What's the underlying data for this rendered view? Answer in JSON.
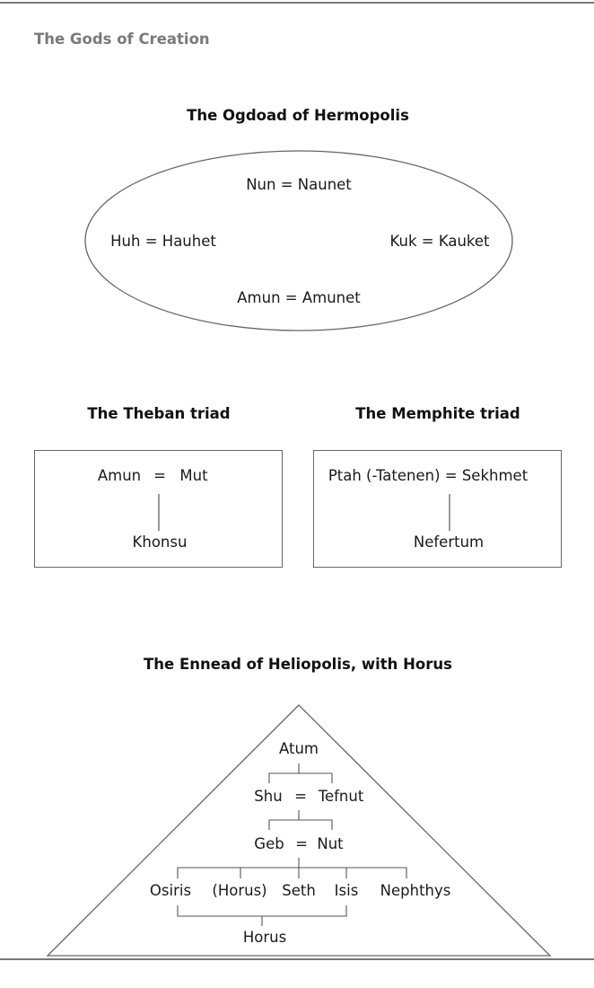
{
  "page": {
    "title": "The Gods of Creation"
  },
  "ogdoad": {
    "title": "The Ogdoad of Hermopolis",
    "top": "Nun = Naunet",
    "left": "Huh = Hauhet",
    "right": "Kuk = Kauket",
    "bottom": "Amun = Amunet"
  },
  "theban": {
    "title": "The Theban triad",
    "father": "Amun",
    "equals": "=",
    "mother": "Mut",
    "child": "Khonsu"
  },
  "memphite": {
    "title": "The Memphite triad",
    "parents": "Ptah (-Tatenen) = Sekhmet",
    "child": "Nefertum"
  },
  "ennead": {
    "title": "The Ennead of Heliopolis, with Horus",
    "atum": "Atum",
    "shu": "Shu",
    "eq1": "=",
    "tefnut": "Tefnut",
    "geb": "Geb",
    "eq2": "=",
    "nut": "Nut",
    "osiris": "Osiris",
    "horus_elder": "(Horus)",
    "seth": "Seth",
    "isis": "Isis",
    "nephthys": "Nephthys",
    "horus": "Horus"
  }
}
